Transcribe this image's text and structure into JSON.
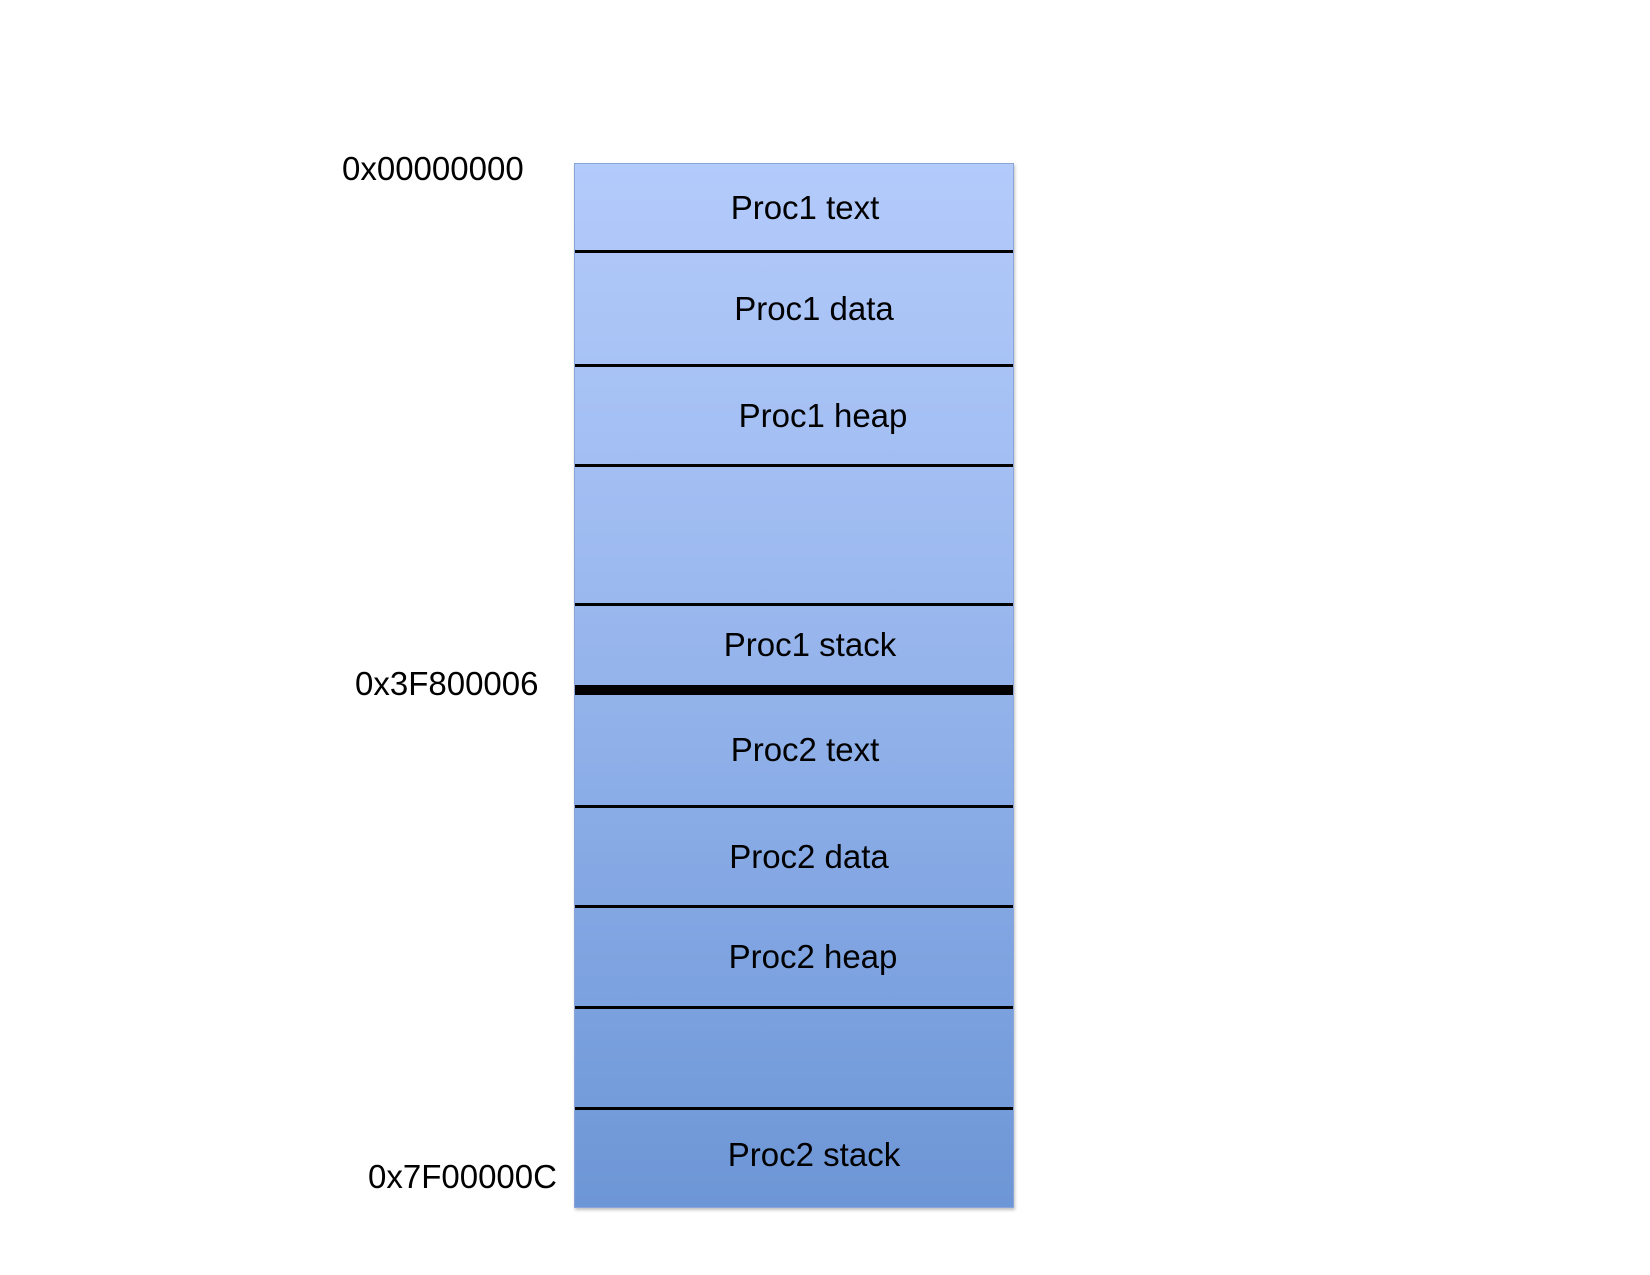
{
  "addresses": {
    "top": "0x00000000",
    "middle": "0x3F800006",
    "bottom": "0x7F00000C"
  },
  "segments": [
    {
      "label": "Proc1 text"
    },
    {
      "label": "Proc1 data"
    },
    {
      "label": "Proc1 heap"
    },
    {
      "label": ""
    },
    {
      "label": "Proc1 stack"
    },
    {
      "label": "Proc2 text"
    },
    {
      "label": "Proc2 data"
    },
    {
      "label": "Proc2 heap"
    },
    {
      "label": ""
    },
    {
      "label": "Proc2 stack"
    }
  ],
  "colors": {
    "column_top": "#b3cbfb",
    "column_bottom": "#6d96d6",
    "divider": "#000000"
  }
}
